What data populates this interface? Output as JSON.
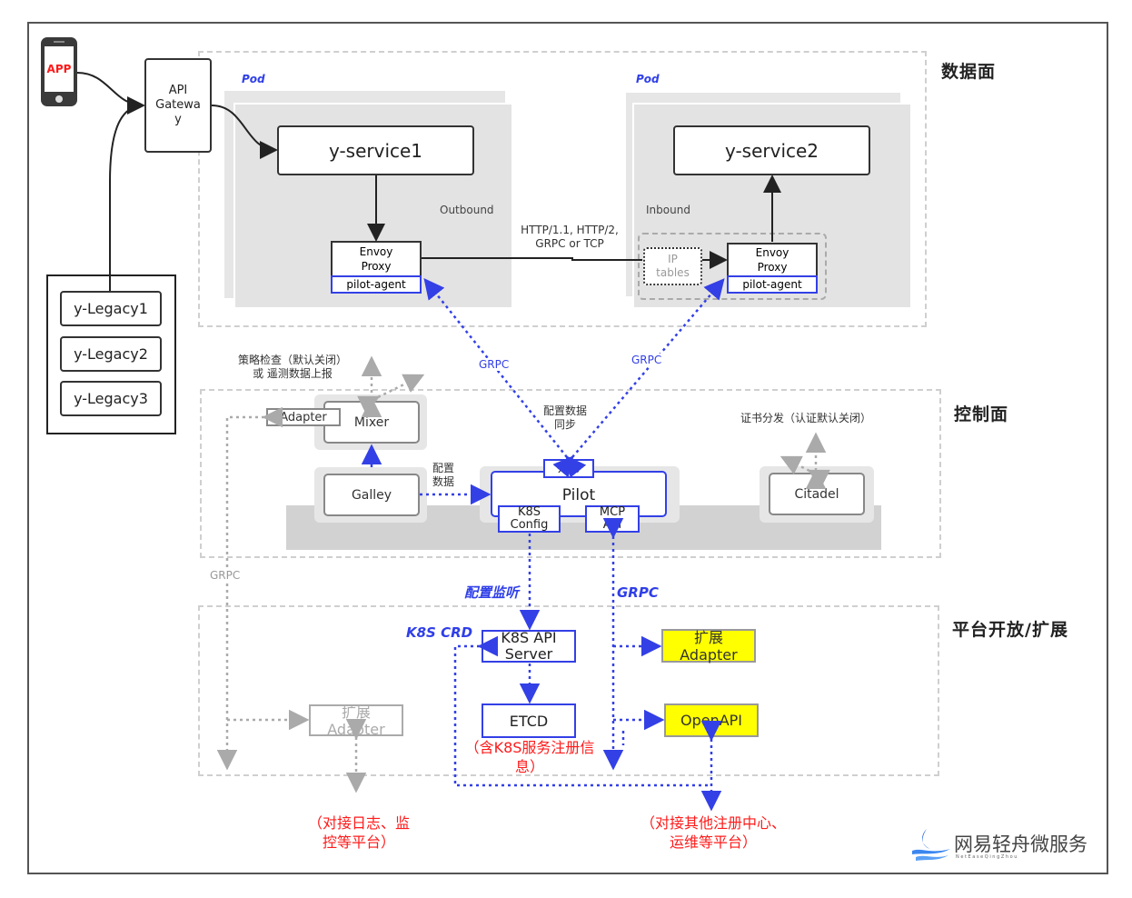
{
  "planes": {
    "data_plane": "数据面",
    "control_plane": "控制面",
    "platform": "平台开放/扩展"
  },
  "client": {
    "app": "APP",
    "gateway": [
      "API",
      "Gatewa",
      "y"
    ],
    "legacy": [
      "y-Legacy1",
      "y-Legacy2",
      "y-Legacy3"
    ]
  },
  "pods": {
    "label": "Pod",
    "service1": "y-service1",
    "service2": "y-service2",
    "outbound": "Outbound",
    "inbound": "Inbound",
    "envoy": [
      "Envoy",
      "Proxy"
    ],
    "pilot_agent": "pilot-agent",
    "iptables": [
      "IP",
      "tables"
    ],
    "protocols": [
      "HTTP/1.1, HTTP/2,",
      "GRPC or TCP"
    ]
  },
  "links": {
    "grpc": "GRPC",
    "config_sync": [
      "配置数据",
      "同步"
    ],
    "config_data": [
      "配置",
      "数据"
    ],
    "mixer_note": [
      "策略检查（默认关闭）",
      "或 遥测数据上报"
    ],
    "citadel_note": "证书分发（认证默认关闭）",
    "config_watch": "配置监听",
    "k8s_crd": "K8S CRD"
  },
  "control": {
    "adapter": "Adapter",
    "mixer": "Mixer",
    "galley": "Galley",
    "pilot": "Pilot",
    "xds": "xDS",
    "k8s_config": [
      "K8S",
      "Config"
    ],
    "mcp_api": [
      "MCP",
      "API"
    ],
    "citadel": "Citadel"
  },
  "platform": {
    "k8s_api": [
      "K8S API",
      "Server"
    ],
    "etcd": "ETCD",
    "etcd_note": [
      "（含K8S服务注册信",
      "息）"
    ],
    "ext_adapter": [
      "扩展",
      "Adapter"
    ],
    "openapi": "OpenAPI",
    "gray_adapter": [
      "扩展",
      "Adapter"
    ],
    "note_logs": [
      "（对接日志、监",
      "控等平台）"
    ],
    "note_registry": [
      "（对接其他注册中心、",
      "运维等平台）"
    ]
  },
  "brand": {
    "name": "网易轻舟微服务",
    "sub": "N e t E a s e   Q i n g Z h o u"
  },
  "colors": {
    "accent_blue": "#3340e6",
    "highlight_yellow": "#ffff00",
    "note_red": "#ff1a1a",
    "muted_gray": "#aaaaaa"
  }
}
